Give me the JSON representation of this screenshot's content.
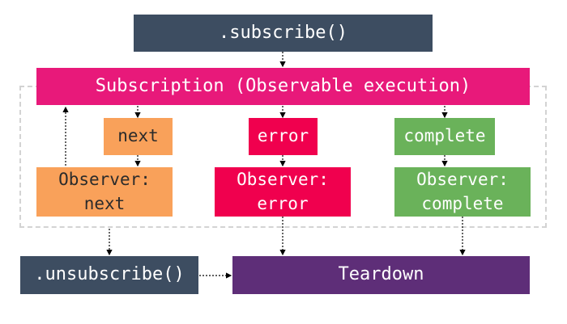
{
  "boxes": {
    "subscribe": ".subscribe()",
    "subscription": "Subscription (Observable execution)",
    "next": "next",
    "error": "error",
    "complete": "complete",
    "observer_next": "Observer:\nnext",
    "observer_error": "Observer:\nerror",
    "observer_complete": "Observer:\ncomplete",
    "unsubscribe": ".unsubscribe()",
    "teardown": "Teardown"
  },
  "colors": {
    "slate": "#3d4d61",
    "magenta": "#e8197a",
    "orange": "#f9a15a",
    "red": "#f0004e",
    "green": "#6ab25a",
    "purple": "#5e2e78",
    "frame": "#d3d3d3",
    "arrow": "#000000"
  }
}
